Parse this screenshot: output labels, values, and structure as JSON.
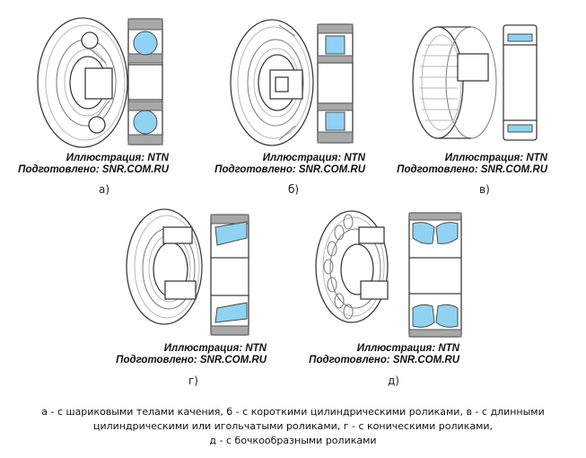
{
  "panels": [
    {
      "id": "a",
      "credit_line1": "Иллюстрация: NTN",
      "credit_line2": "Подготовлено: SNR.COM.RU",
      "letter": "а)"
    },
    {
      "id": "b",
      "credit_line1": "Иллюстрация: NTN",
      "credit_line2": "Подготовлено: SNR.COM.RU",
      "letter": "б)"
    },
    {
      "id": "v",
      "credit_line1": "Иллюстрация: NTN",
      "credit_line2": "Подготовлено: SNR.COM.RU",
      "letter": "в)"
    },
    {
      "id": "g",
      "credit_line1": "Иллюстрация: NTN",
      "credit_line2": "Подготовлено: SNR.COM.RU",
      "letter": "г)"
    },
    {
      "id": "d",
      "credit_line1": "Иллюстрация: NTN",
      "credit_line2": "Подготовлено: SNR.COM.RU",
      "letter": "д)"
    }
  ],
  "caption": {
    "line1": "а - с шариковыми телами качения,  б - с короткими цилиндрическими роликами, в - с длинными",
    "line2": "цилиндрическими или игольчатыми роликами, г - с коническими роликами,",
    "line3": "д - с бочкообразными роликами"
  },
  "colors": {
    "rolling_element": "#8fd2f2",
    "ring_section": "#a8a8a8",
    "line": "#3d3d3d"
  }
}
